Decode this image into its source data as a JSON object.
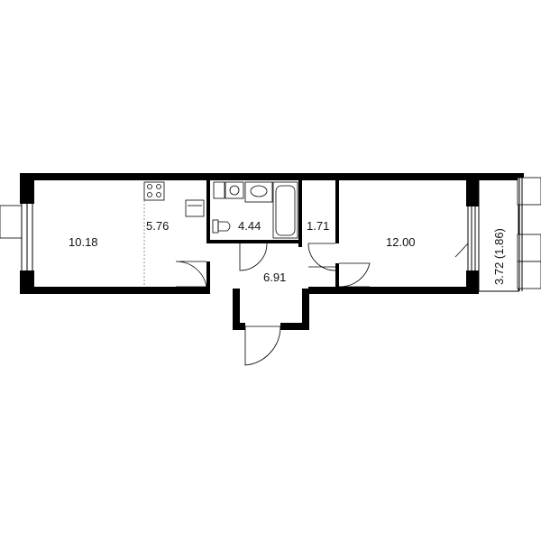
{
  "rooms": {
    "living": "10.18",
    "kitchen": "5.76",
    "bathroom": "4.44",
    "wc": "1.71",
    "hall": "6.91",
    "bedroom": "12.00",
    "balcony": "3.72 (1.86)"
  },
  "colors": {
    "wall": "#000000",
    "background": "#ffffff",
    "label": "#111111"
  }
}
